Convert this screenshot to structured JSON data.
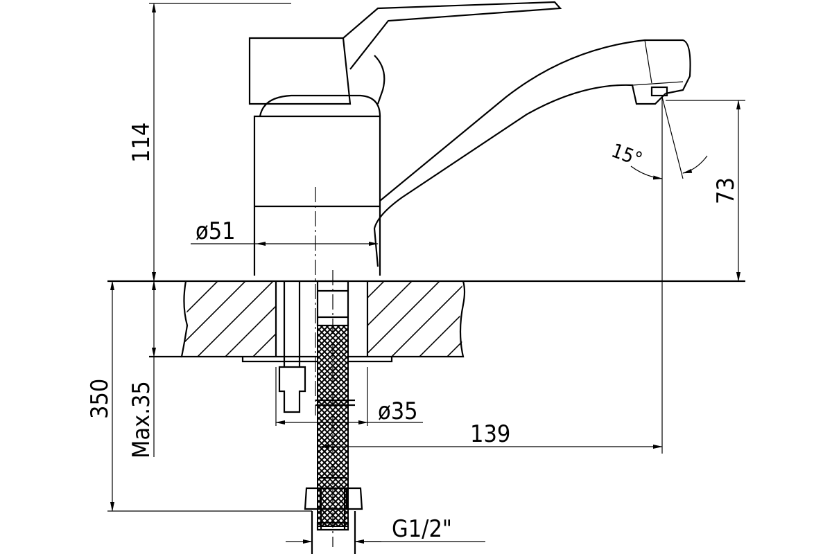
{
  "drawing": {
    "title": "Single-lever basin faucet dimension drawing",
    "dimensions": {
      "height_total": "114",
      "body_diameter": "ø51",
      "spout_angle": "15°",
      "spout_height": "73",
      "hose_length": "350",
      "max_counter_thickness": "Max.35",
      "mount_hole_diameter": "ø35",
      "spout_reach": "139",
      "thread": "G1/2\""
    }
  }
}
